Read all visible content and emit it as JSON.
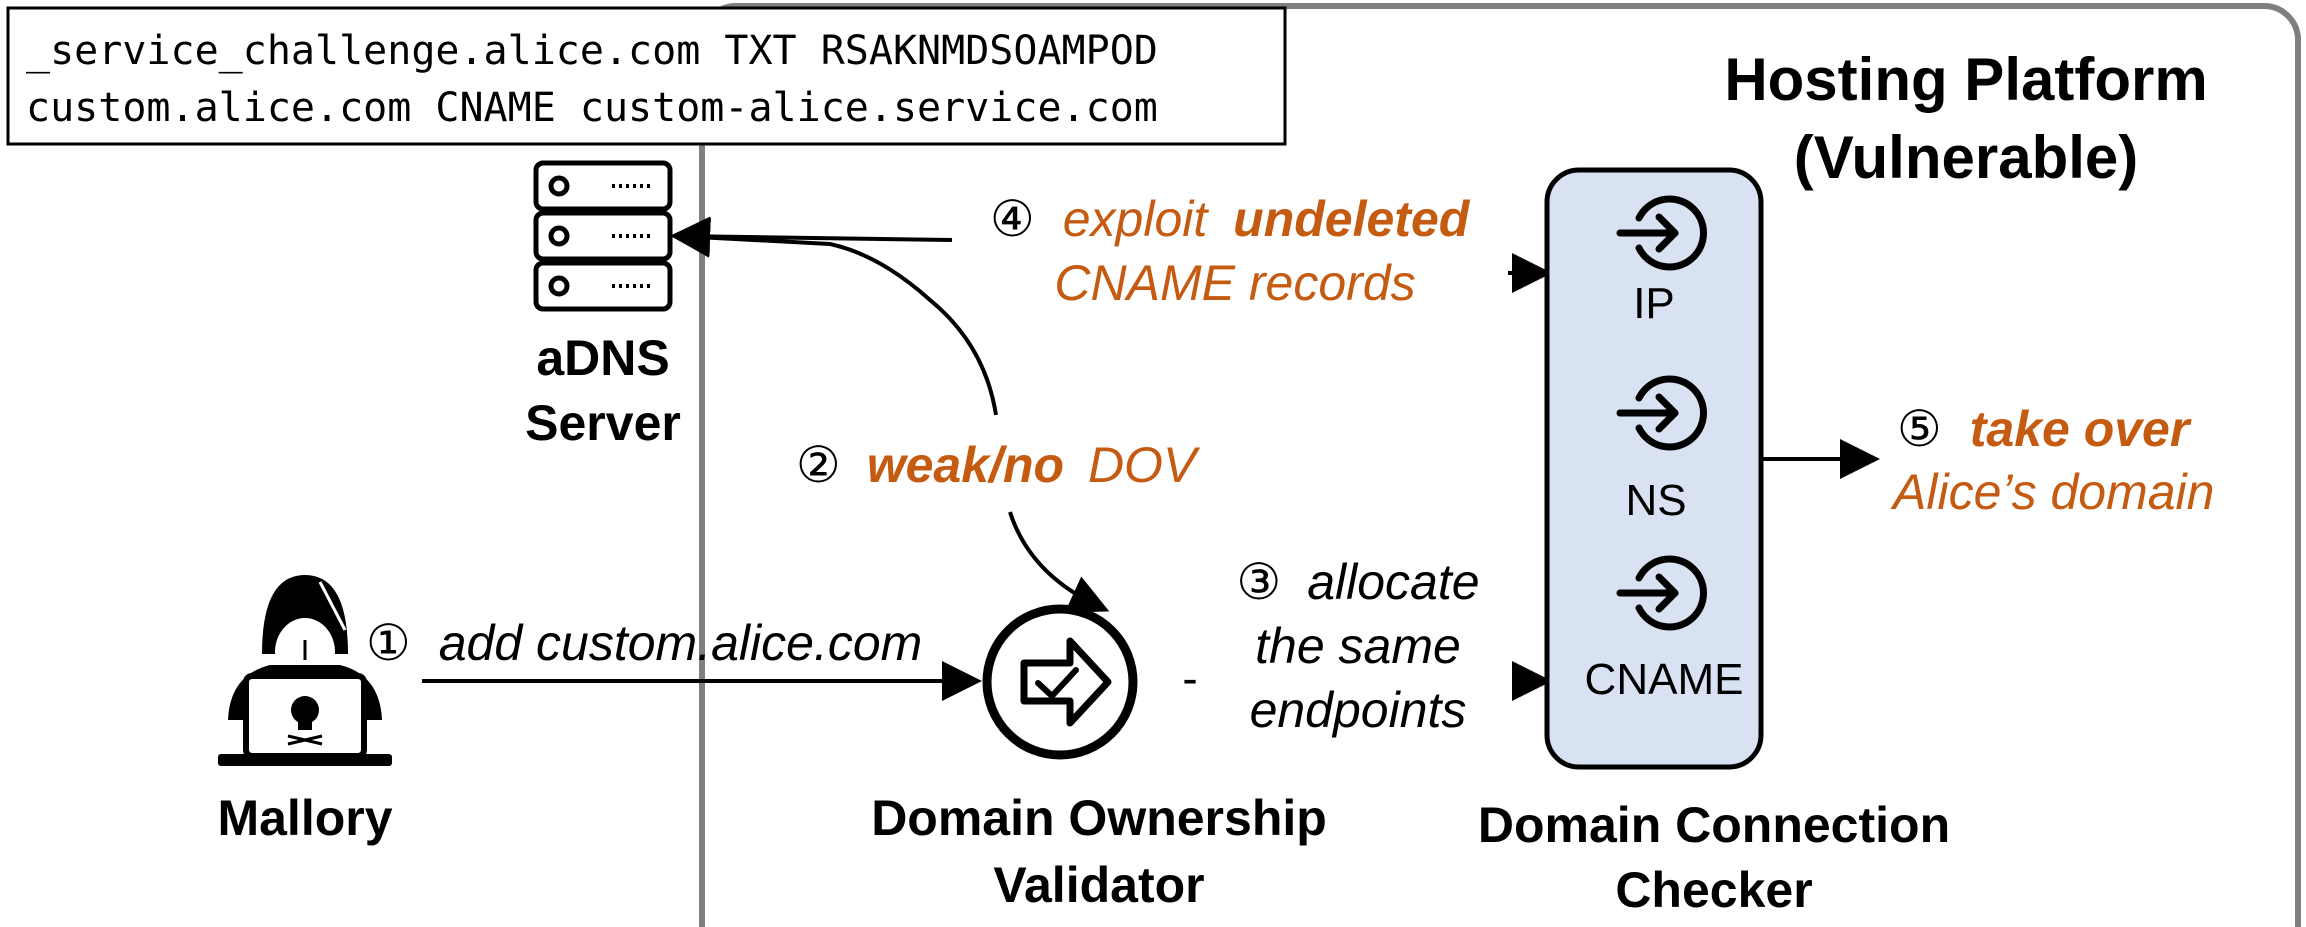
{
  "dns_records": {
    "line1": "_service_challenge.alice.com TXT RSAKNMDSOAMPOD",
    "line2": "custom.alice.com CNAME custom-alice.service.com"
  },
  "platform": {
    "title_line1": "Hosting Platform",
    "title_line2": "(Vulnerable)"
  },
  "adns": {
    "label_line1": "aDNS",
    "label_line2": "Server"
  },
  "mallory": {
    "label": "Mallory"
  },
  "validator": {
    "label_line1": "Domain Ownership",
    "label_line2": "Validator"
  },
  "checker": {
    "label_line1": "Domain Connection",
    "label_line2": "Checker",
    "endpoints": [
      "IP",
      "NS",
      "CNAME"
    ]
  },
  "steps": {
    "s1": {
      "num": "①",
      "text": "add custom.alice.com"
    },
    "s2": {
      "num": "②",
      "bold": "weak/no",
      "text": "DOV"
    },
    "s3": {
      "num": "③",
      "line1": "allocate",
      "line2": "the same",
      "line3": "endpoints"
    },
    "s4": {
      "num": "④",
      "plain": "exploit",
      "bold": "undeleted",
      "line2": "CNAME records"
    },
    "s5": {
      "num": "⑤",
      "bold": "take over",
      "line2": "Alice’s domain"
    }
  },
  "dash_mark": "-",
  "colors": {
    "accent": "#c55a11",
    "checker_fill": "#d9e2f3",
    "platform_border": "#7f7f7f",
    "ink": "#000000"
  }
}
